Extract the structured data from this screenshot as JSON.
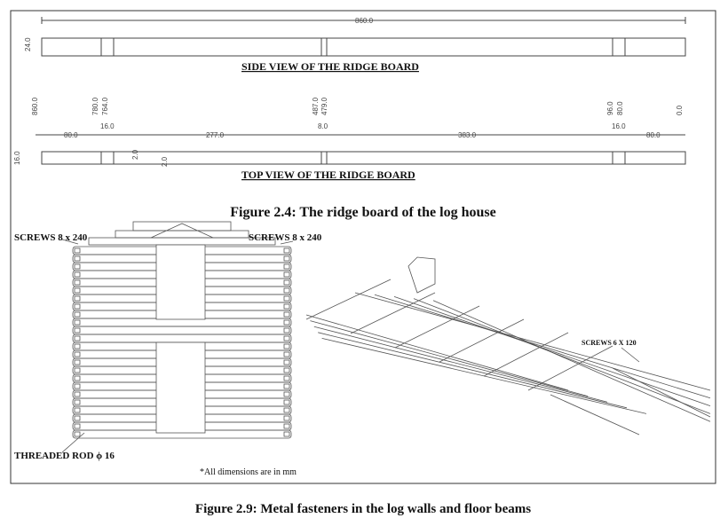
{
  "side_view": {
    "title": "SIDE VIEW OF THE RIDGE BOARD",
    "overall_length": "860.0",
    "height": "24.0"
  },
  "top_view": {
    "title": "TOP VIEW OF THE RIDGE BOARD",
    "width": "16.0",
    "stations": [
      "860.0",
      "780.0",
      "764.0",
      "487.0",
      "479.0",
      "96.0",
      "80.0",
      "0.0"
    ],
    "segments": [
      "80.0",
      "16.0",
      "277.0",
      "8.0",
      "383.0",
      "16.0",
      "80.0"
    ],
    "offsets": [
      "2.0",
      "2.0"
    ]
  },
  "figure_2_4_caption": "Figure 2.4: The ridge board of the log house",
  "log_wall": {
    "screws_left": "SCREWS 8 x 240",
    "screws_right": "SCREWS 8 x 240",
    "threaded_rod": "THREADED ROD ϕ 16"
  },
  "floor_beams": {
    "screws": "SCREWS 6 X 120"
  },
  "note": "*All dimensions are in mm",
  "figure_2_9_caption": "Figure 2.9: Metal fasteners in the log walls and floor beams"
}
